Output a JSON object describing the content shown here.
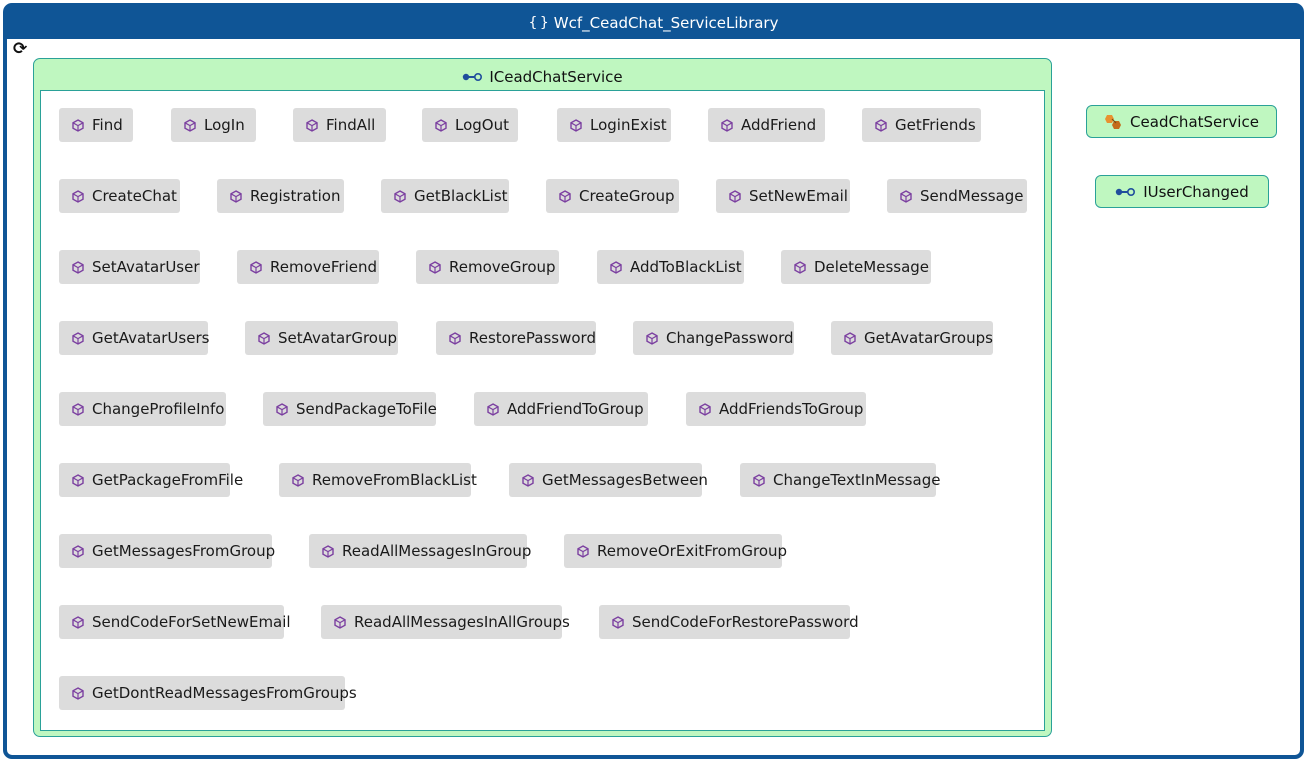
{
  "library": {
    "title": "Wcf_CeadChat_ServiceLibrary",
    "icon": "namespace-icon"
  },
  "interface": {
    "name": "ICeadChatService",
    "icon": "interface-icon",
    "operations": [
      [
        "Find",
        "LogIn",
        "FindAll",
        "LogOut",
        "LoginExist",
        "AddFriend",
        "GetFriends"
      ],
      [
        "CreateChat",
        "Registration",
        "GetBlackList",
        "CreateGroup",
        "SetNewEmail",
        "SendMessage"
      ],
      [
        "SetAvatarUser",
        "RemoveFriend",
        "RemoveGroup",
        "AddToBlackList",
        "DeleteMessage"
      ],
      [
        "GetAvatarUsers",
        "SetAvatarGroup",
        "RestorePassword",
        "ChangePassword",
        "GetAvatarGroups"
      ],
      [
        "ChangeProfileInfo",
        "SendPackageToFile",
        "AddFriendToGroup",
        "AddFriendsToGroup"
      ],
      [
        "GetPackageFromFile",
        "RemoveFromBlackList",
        "GetMessagesBetween",
        "ChangeTextInMessage"
      ],
      [
        "GetMessagesFromGroup",
        "ReadAllMessagesInGroup",
        "RemoveOrExitFromGroup"
      ],
      [
        "SendCodeForSetNewEmail",
        "ReadAllMessagesInAllGroups",
        "SendCodeForRestorePassword"
      ],
      [
        "GetDontReadMessagesFromGroups"
      ]
    ]
  },
  "service_class": {
    "name": "CeadChatService",
    "icon": "class-icon"
  },
  "callback_interface": {
    "name": "IUserChanged",
    "icon": "interface-icon"
  },
  "colors": {
    "frame": "#0f5596",
    "type_fill": "#bff7c0",
    "type_border": "#2aa198",
    "member_fill": "#dcdcdc",
    "method_icon": "#7b3fa0"
  }
}
